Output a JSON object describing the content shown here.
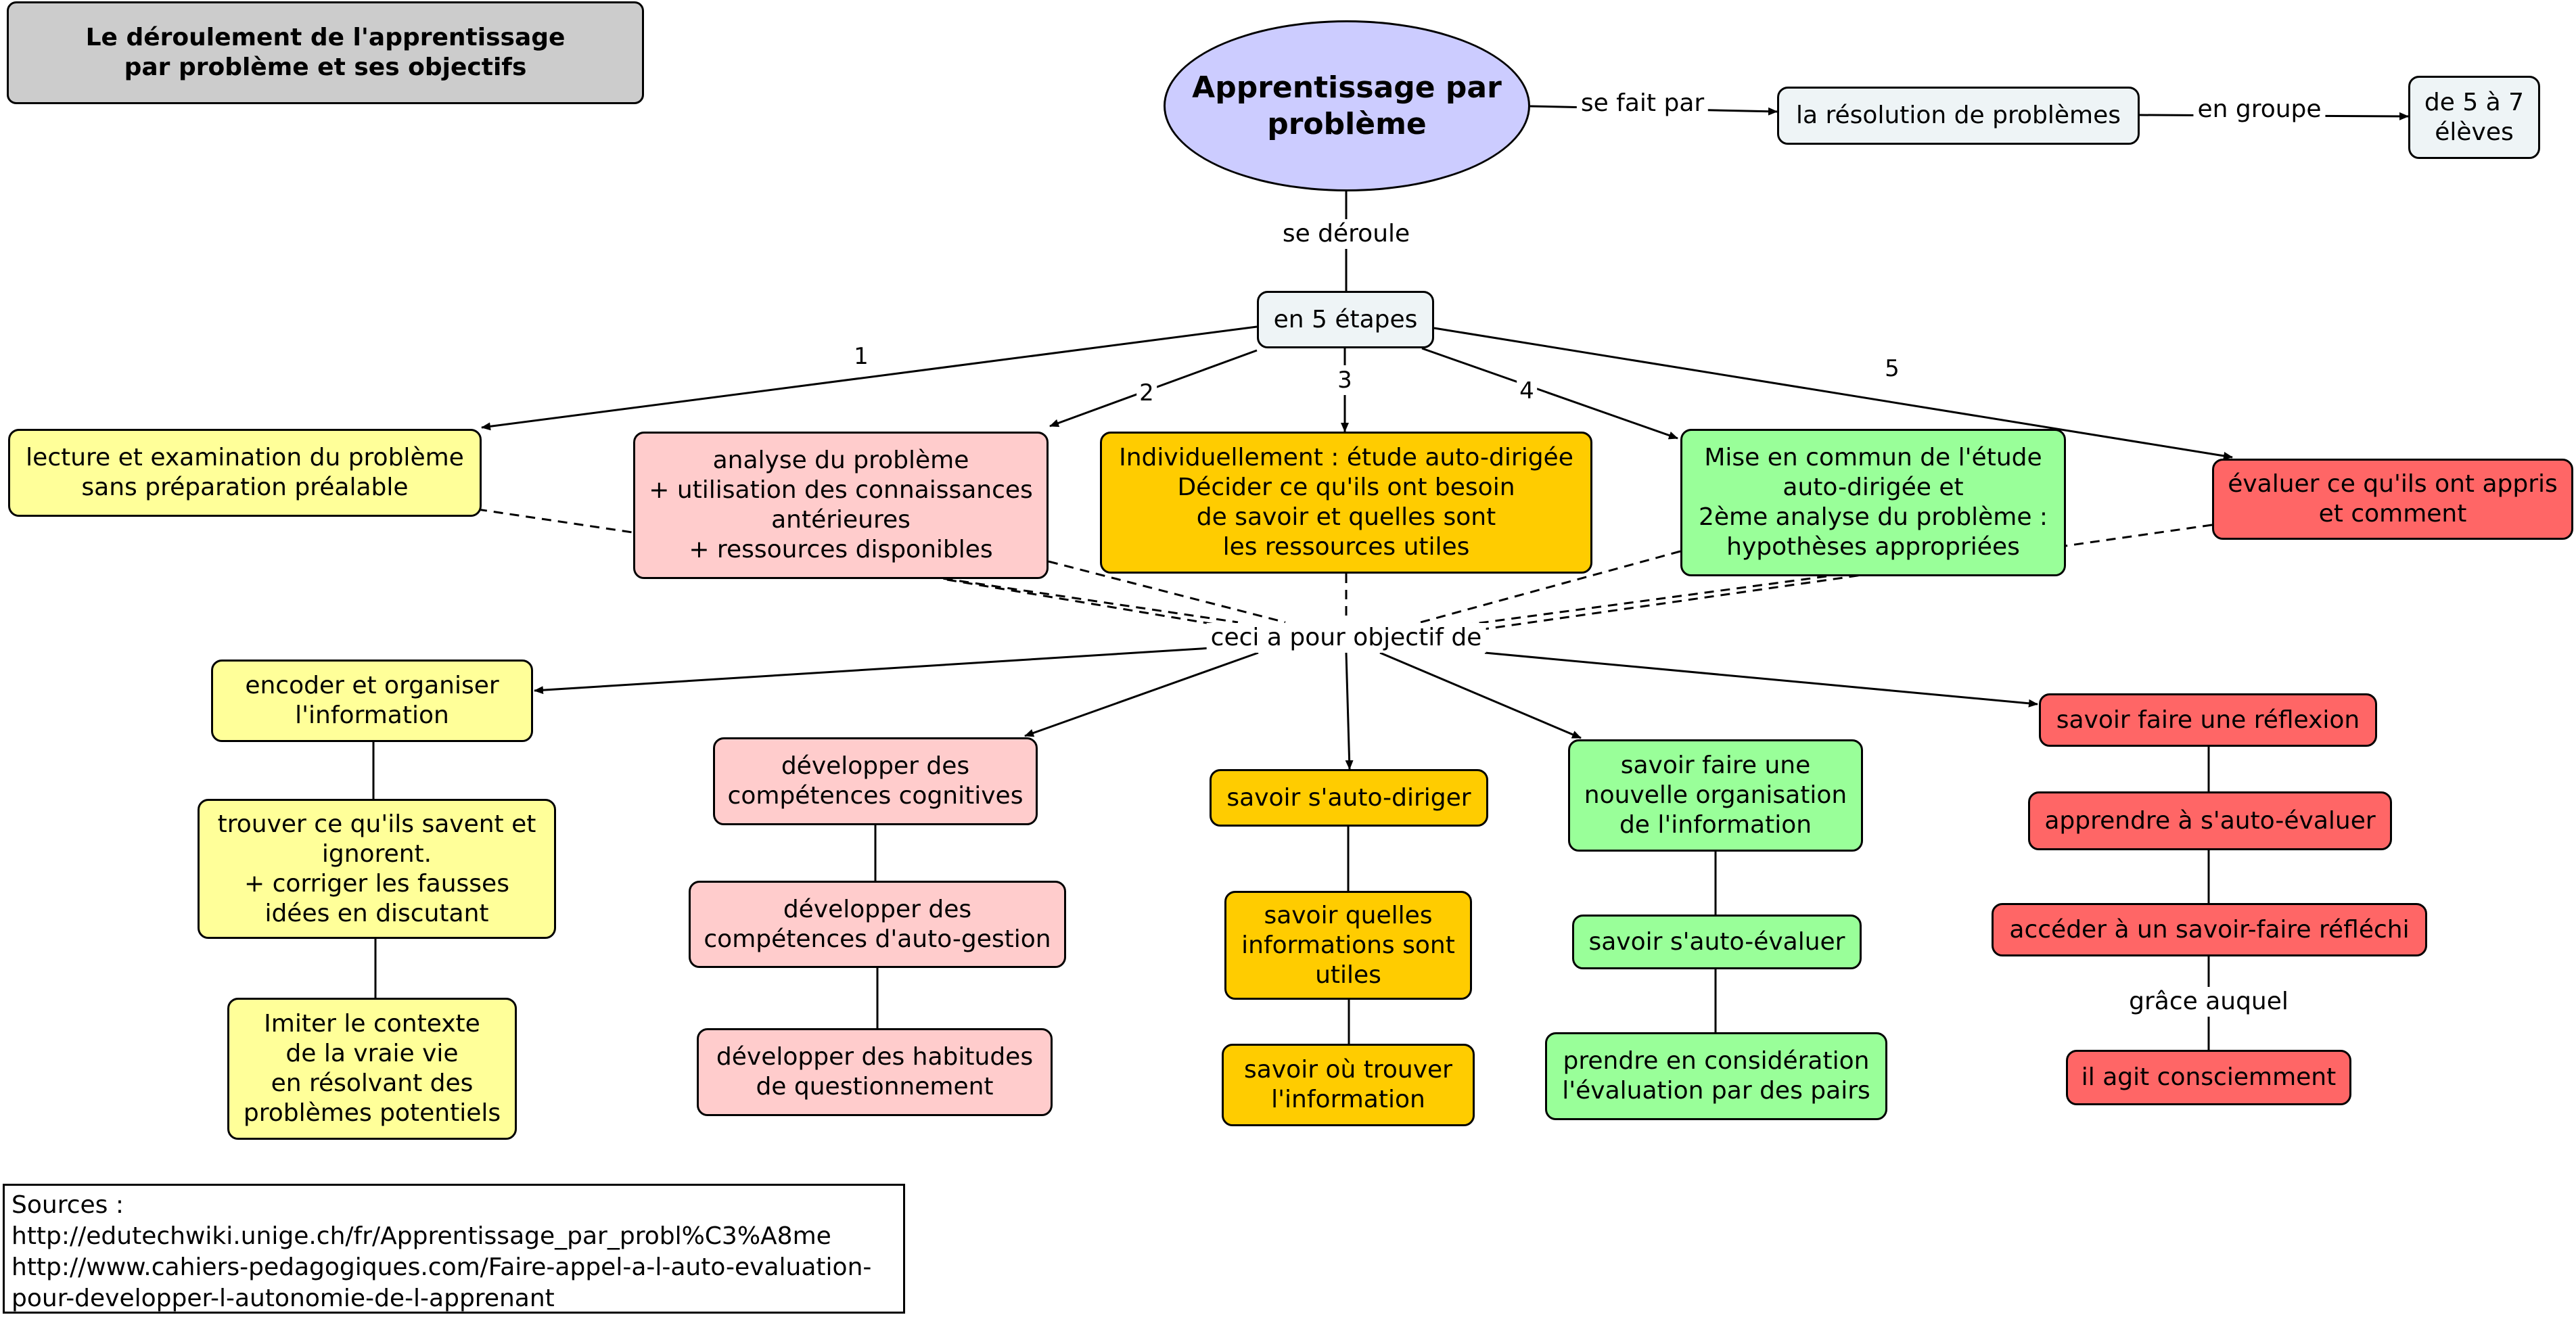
{
  "colors": {
    "title": "#cccccc",
    "main": "#ccccff",
    "neutral": "#eef4f6",
    "yellow": "#ffff99",
    "pink": "#ffcccc",
    "orange": "#ffcc00",
    "green": "#99ff99",
    "red": "#ff6666"
  },
  "nodes": {
    "title": "Le déroulement de l'apprentissage\npar problème et ses objectifs",
    "main": "Apprentissage par\nproblème",
    "resolution": "la résolution de problèmes",
    "groupe": "de 5 à 7\nélèves",
    "etapes": "en 5 étapes",
    "s1": "lecture et examination du problème\nsans préparation préalable",
    "s2": "analyse du problème\n+ utilisation des connaissances\nantérieures\n+ ressources disponibles",
    "s3": "Individuellement : étude auto-dirigée\nDécider ce qu'ils ont besoin\nde savoir et quelles sont\nles ressources utiles",
    "s4": "Mise en commun de l'étude\nauto-dirigée et\n2ème analyse du problème :\nhypothèses appropriées",
    "s5": "évaluer ce qu'ils ont appris\net comment",
    "o1a": "encoder et organiser\nl'information",
    "o1b": "trouver ce qu'ils savent et\nignorent.\n+ corriger les fausses\nidées en discutant",
    "o1c": "Imiter le contexte\nde la vraie vie\nen résolvant des\nproblèmes potentiels",
    "o2a": "développer des\ncompétences cognitives",
    "o2b": "développer des\ncompétences d'auto-gestion",
    "o2c": "développer des habitudes\nde questionnement",
    "o3a": "savoir s'auto-diriger",
    "o3b": "savoir quelles\ninformations sont\nutiles",
    "o3c": "savoir où trouver\nl'information",
    "o4a": "savoir faire une\nnouvelle organisation\nde l'information",
    "o4b": "savoir s'auto-évaluer",
    "o4c": "prendre en considération\nl'évaluation par des pairs",
    "o5a": "savoir faire une réflexion",
    "o5b": "apprendre à s'auto-évaluer",
    "o5c": "accéder à un savoir-faire réfléchi",
    "o5d": "il agit consciemment",
    "sources": "Sources :\nhttp://edutechwiki.unige.ch/fr/Apprentissage_par_probl%C3%A8me\nhttp://www.cahiers-pedagogiques.com/Faire-appel-a-l-auto-evaluation-\npour-developper-l-autonomie-de-l-apprenant"
  },
  "labels": {
    "fait_par": "se fait par",
    "en_groupe": "en groupe",
    "se_deroule": "se déroule",
    "n1": "1",
    "n2": "2",
    "n3": "3",
    "n4": "4",
    "n5": "5",
    "objectif": "ceci a pour objectif de",
    "grace": "grâce auquel"
  }
}
